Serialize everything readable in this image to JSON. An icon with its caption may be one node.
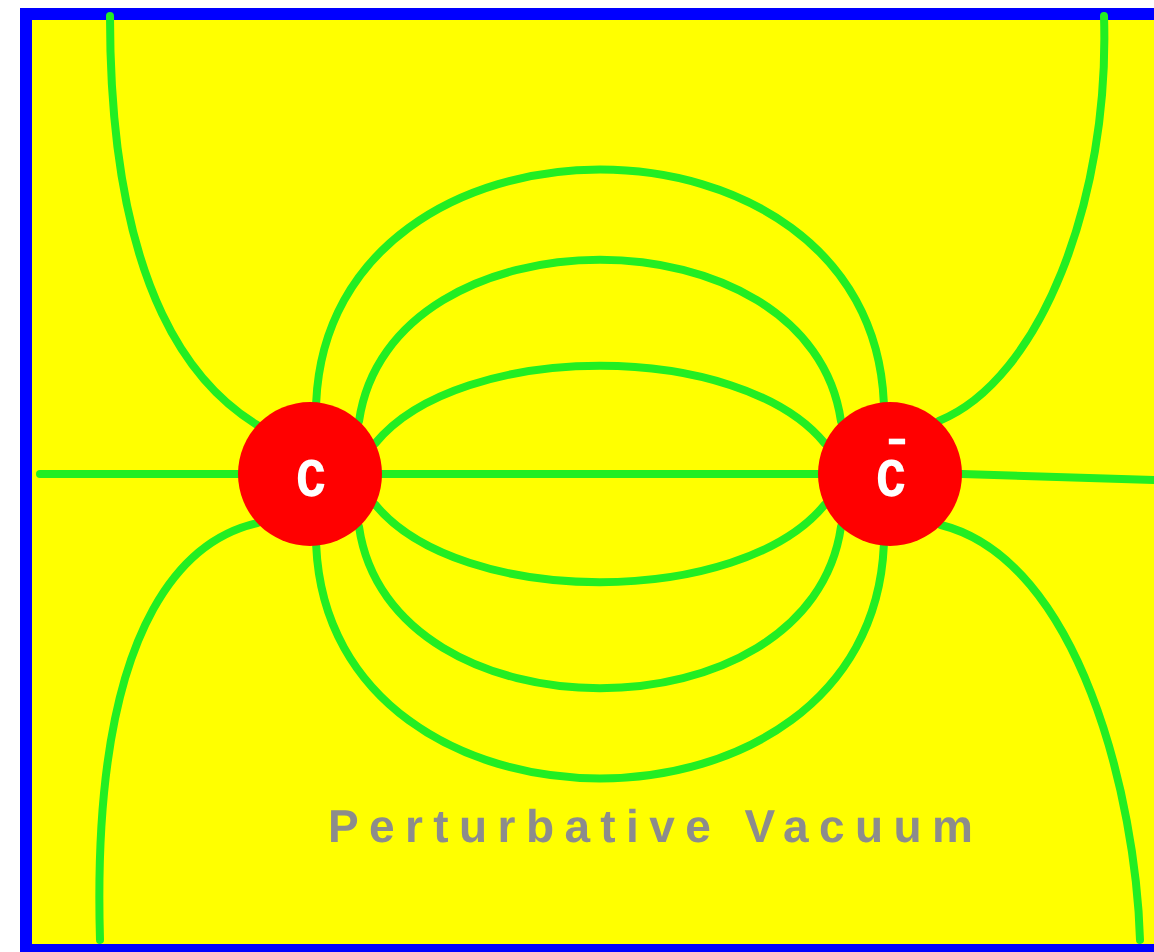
{
  "diagram": {
    "nodes": [
      {
        "text": [
          "c"
        ]
      },
      {
        "text": [
          "c̄"
        ]
      }
    ],
    "edges": [
      {
        "from": 0,
        "to": 1,
        "arrow": "none"
      },
      {
        "from": 0,
        "to": 1,
        "arrow": "none"
      },
      {
        "from": 0,
        "to": 1,
        "arrow": "none"
      },
      {
        "from": 0,
        "to": 1,
        "arrow": "none"
      },
      {
        "from": 0,
        "to": 1,
        "arrow": "none"
      },
      {
        "from": 0,
        "to": 1,
        "arrow": "none"
      },
      {
        "from": 0,
        "to": 1,
        "arrow": "none"
      },
      {
        "from": null,
        "to": 0,
        "arrow": "none"
      },
      {
        "from": null,
        "to": 0,
        "arrow": "none"
      },
      {
        "from": null,
        "to": 0,
        "arrow": "none"
      },
      {
        "from": 1,
        "to": null,
        "arrow": "none"
      },
      {
        "from": 1,
        "to": null,
        "arrow": "none"
      },
      {
        "from": 1,
        "to": null,
        "arrow": "none"
      }
    ],
    "labels": [
      "Perturbative Vacuum"
    ]
  }
}
